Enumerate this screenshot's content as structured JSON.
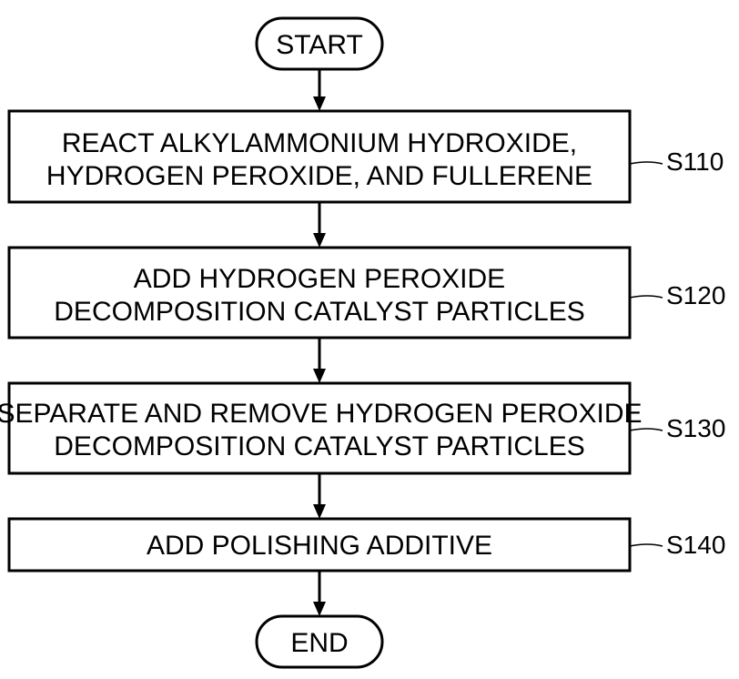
{
  "flowchart": {
    "start": "START",
    "end": "END",
    "steps": [
      {
        "id": "S110",
        "lines": [
          "REACT ALKYLAMMONIUM HYDROXIDE,",
          "HYDROGEN PEROXIDE, AND FULLERENE"
        ]
      },
      {
        "id": "S120",
        "lines": [
          "ADD HYDROGEN PEROXIDE",
          "DECOMPOSITION CATALYST PARTICLES"
        ]
      },
      {
        "id": "S130",
        "lines": [
          "SEPARATE AND REMOVE HYDROGEN PEROXIDE",
          "DECOMPOSITION CATALYST PARTICLES"
        ]
      },
      {
        "id": "S140",
        "lines": [
          "ADD POLISHING ADDITIVE"
        ]
      }
    ]
  },
  "colors": {
    "stroke": "#000000",
    "background": "#ffffff"
  }
}
